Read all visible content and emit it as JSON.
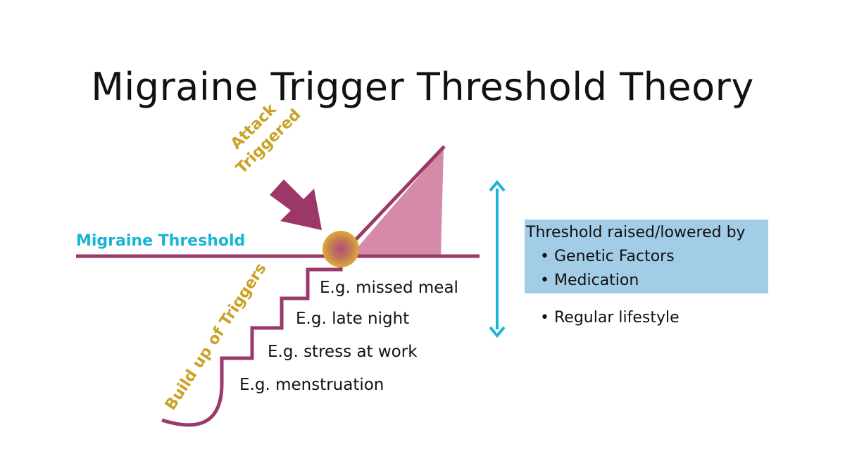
{
  "title": "Migraine Trigger Threshold Theory",
  "threshold": {
    "label": "Migraine Threshold"
  },
  "attack": {
    "line1": "Attack",
    "line2": "Triggered"
  },
  "buildup": {
    "label": "Build up of Triggers"
  },
  "steps": [
    {
      "text": "E.g. menstruation"
    },
    {
      "text": "E.g. stress at work"
    },
    {
      "text": "E.g. late night"
    },
    {
      "text": "E.g. missed meal"
    }
  ],
  "modifiers": {
    "heading": "Threshold raised/lowered by",
    "bullet_glyph": "•",
    "items": [
      "Genetic Factors",
      "Medication",
      "Regular lifestyle"
    ]
  },
  "colors": {
    "line": "#9a3a6a",
    "attack_fill": "#d48aa8",
    "label_gold": "#c9a227",
    "label_cyan": "#19b5d3",
    "box_fill": "#a3cde7",
    "point_outer": "#d9a83c",
    "point_inner": "#a94778"
  }
}
